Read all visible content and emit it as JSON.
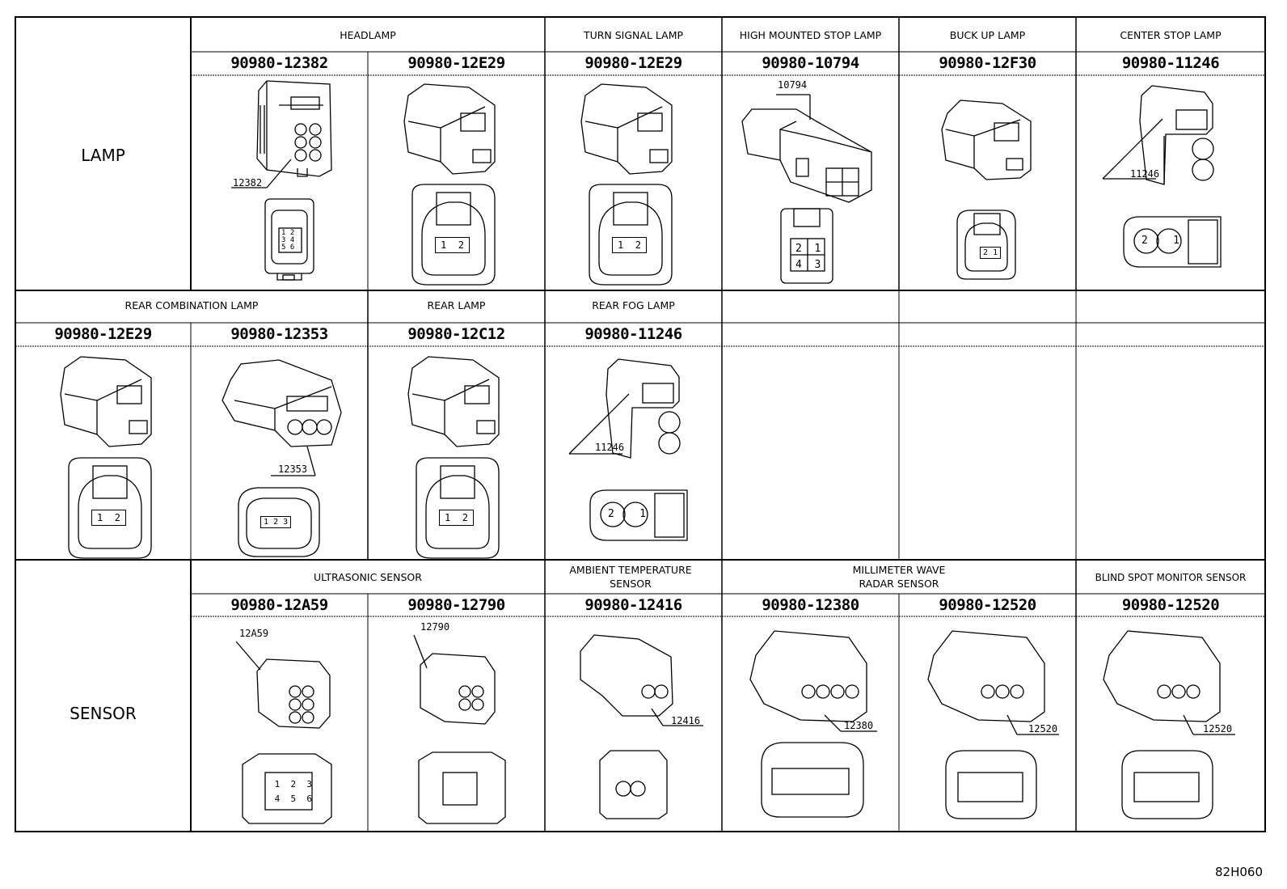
{
  "categories": {
    "lamp": "LAMP",
    "sensor": "SENSOR"
  },
  "row1": {
    "groups": {
      "headlamp": "HEADLAMP",
      "turn_signal": "TURN SIGNAL LAMP",
      "high_mounted_stop": "HIGH MOUNTED STOP LAMP",
      "back_up": "BUCK UP LAMP",
      "center_stop": "CENTER STOP LAMP"
    },
    "parts": [
      "90980-12382",
      "90980-12E29",
      "90980-12E29",
      "90980-10794",
      "90980-12F30",
      "90980-11246"
    ],
    "callouts": {
      "c12382": "12382",
      "c10794": "10794",
      "c11246": "11246"
    },
    "pins": {
      "p12382": [
        "1",
        "2",
        "3",
        "4",
        "5",
        "6"
      ],
      "p12e29": [
        "1",
        "2"
      ],
      "p10794": [
        "2",
        "1",
        "4",
        "3"
      ],
      "p12f30": [
        "2",
        "1"
      ],
      "p11246": [
        "2",
        "1"
      ]
    }
  },
  "row2": {
    "groups": {
      "rear_combination": "REAR COMBINATION LAMP",
      "rear_lamp": "REAR LAMP",
      "rear_fog": "REAR FOG LAMP"
    },
    "parts": [
      "90980-12E29",
      "90980-12353",
      "90980-12C12",
      "90980-11246"
    ],
    "callouts": {
      "c12353": "12353",
      "c11246": "11246"
    },
    "pins": {
      "p12353": [
        "1",
        "2",
        "3"
      ]
    }
  },
  "row3": {
    "groups": {
      "ultrasonic": "ULTRASONIC SENSOR",
      "ambient": "AMBIENT TEMPERATURE SENSOR",
      "millimeter": "MILLIMETER WAVE RADAR SENSOR",
      "blind_spot": "BLIND SPOT MONITOR SENSOR"
    },
    "parts": [
      "90980-12A59",
      "90980-12790",
      "90980-12416",
      "90980-12380",
      "90980-12520",
      "90980-12520"
    ],
    "callouts": {
      "c12a59": "12A59",
      "c12790": "12790",
      "c12416": "12416",
      "c12380": "12380",
      "c12520a": "12520",
      "c12520b": "12520"
    },
    "pins": {
      "p12a59": [
        "1",
        "2",
        "3",
        "4",
        "5",
        "6"
      ]
    }
  },
  "figure_code": "82H060",
  "colors": {
    "line": "#000000",
    "background": "#ffffff"
  }
}
